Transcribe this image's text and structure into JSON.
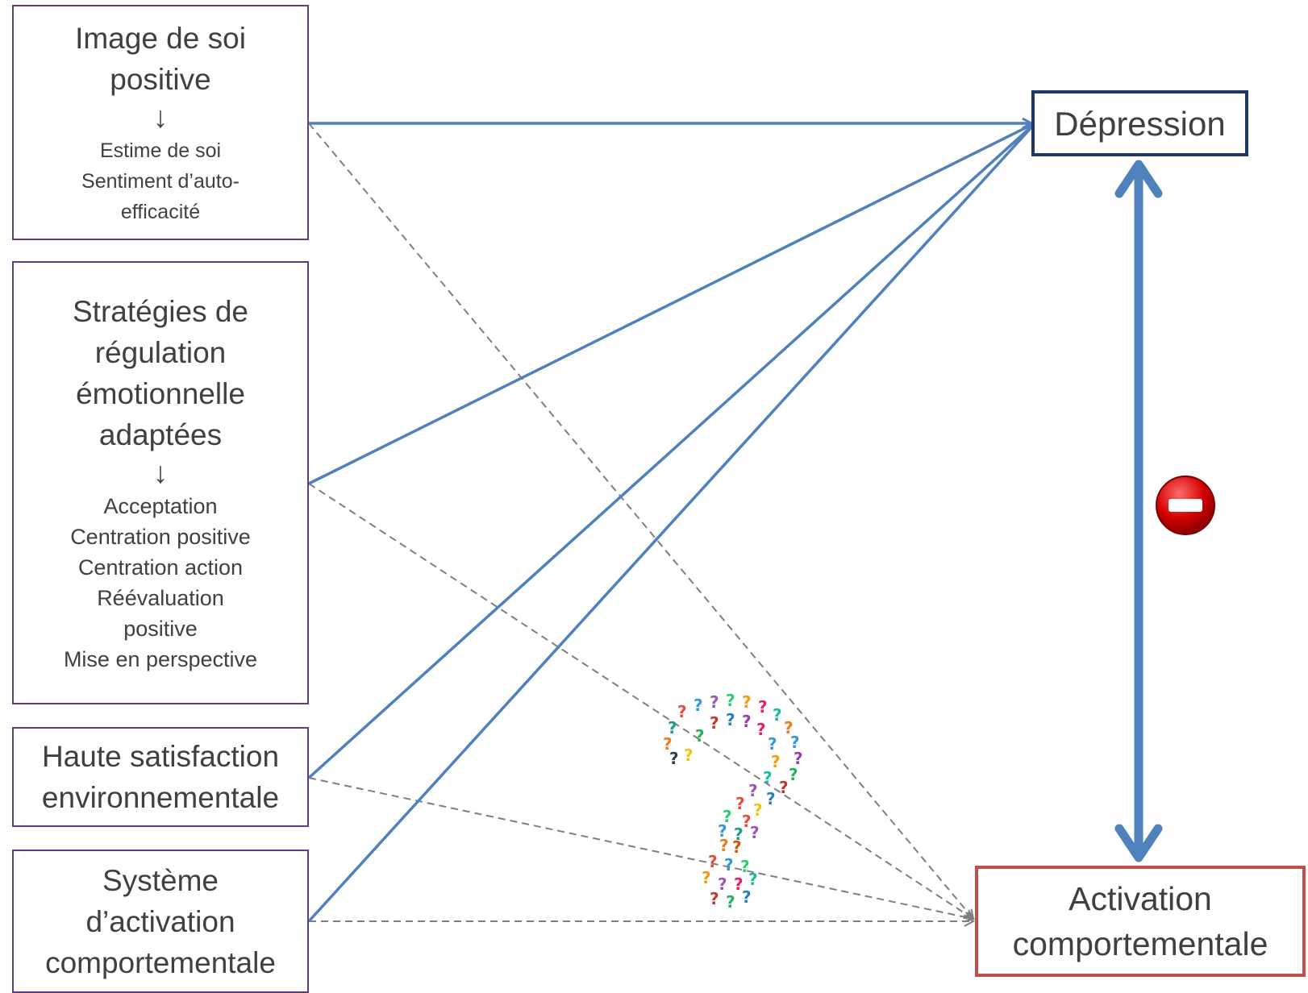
{
  "boxes": {
    "image_soi": {
      "title_lines": [
        "Image de soi",
        "positive"
      ],
      "arrow": "↓",
      "items": [
        "Estime de soi",
        "Sentiment d’auto-",
        "efficacité"
      ]
    },
    "strategies": {
      "title_lines": [
        "Stratégies de",
        "régulation",
        "émotionnelle",
        "adaptées"
      ],
      "arrow": "↓",
      "items": [
        "Acceptation",
        "Centration positive",
        "Centration action",
        "Réévaluation",
        "positive",
        "Mise en perspective"
      ]
    },
    "satisfaction": {
      "lines": [
        "Haute satisfaction",
        "environnementale"
      ]
    },
    "systeme": {
      "lines": [
        "Système",
        "d’activation",
        "comportementale"
      ]
    },
    "depression": {
      "label": "Dépression"
    },
    "activation": {
      "lines": [
        "Activation",
        "comportementale"
      ]
    }
  },
  "colors": {
    "solid_arrow": "#4f81bd",
    "dashed_arrow": "#7f7f7f",
    "depression_border": "#1f3864",
    "activation_border": "#c0504d",
    "box_border": "#5f3f79",
    "minus_badge": "#c00000"
  },
  "icons": {
    "negative_badge": "minus-circle-icon",
    "question_marks": "question-mark-cluster-icon"
  }
}
